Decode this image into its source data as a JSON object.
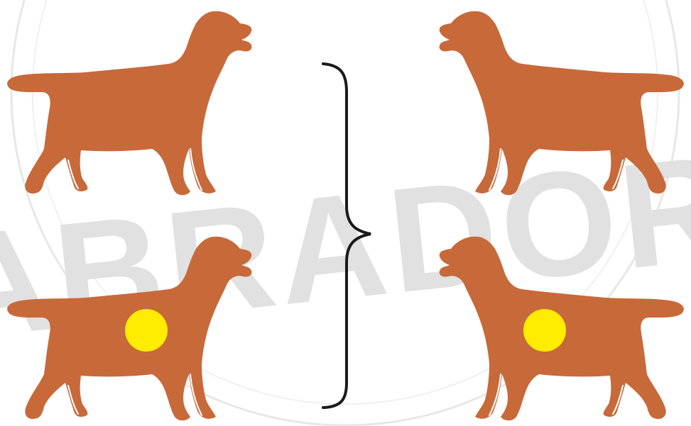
{
  "watermark": {
    "text": "LABRADORA",
    "color": "#dcdcdc"
  },
  "colors": {
    "dog": "#c8693a",
    "dog_outline": "#ffffff",
    "dot": "#ffec00",
    "brace": "#1a1a1a",
    "background": "#ffffff"
  },
  "icons": [
    "labrador-silhouette-icon",
    "yellow-dot-icon",
    "curly-brace-icon"
  ],
  "dogs": [
    {
      "id": "top-left",
      "facing": "right",
      "has_dot": false
    },
    {
      "id": "top-right",
      "facing": "left",
      "has_dot": false
    },
    {
      "id": "bottom-left",
      "facing": "right",
      "has_dot": true
    },
    {
      "id": "bottom-right",
      "facing": "left",
      "has_dot": true
    }
  ]
}
